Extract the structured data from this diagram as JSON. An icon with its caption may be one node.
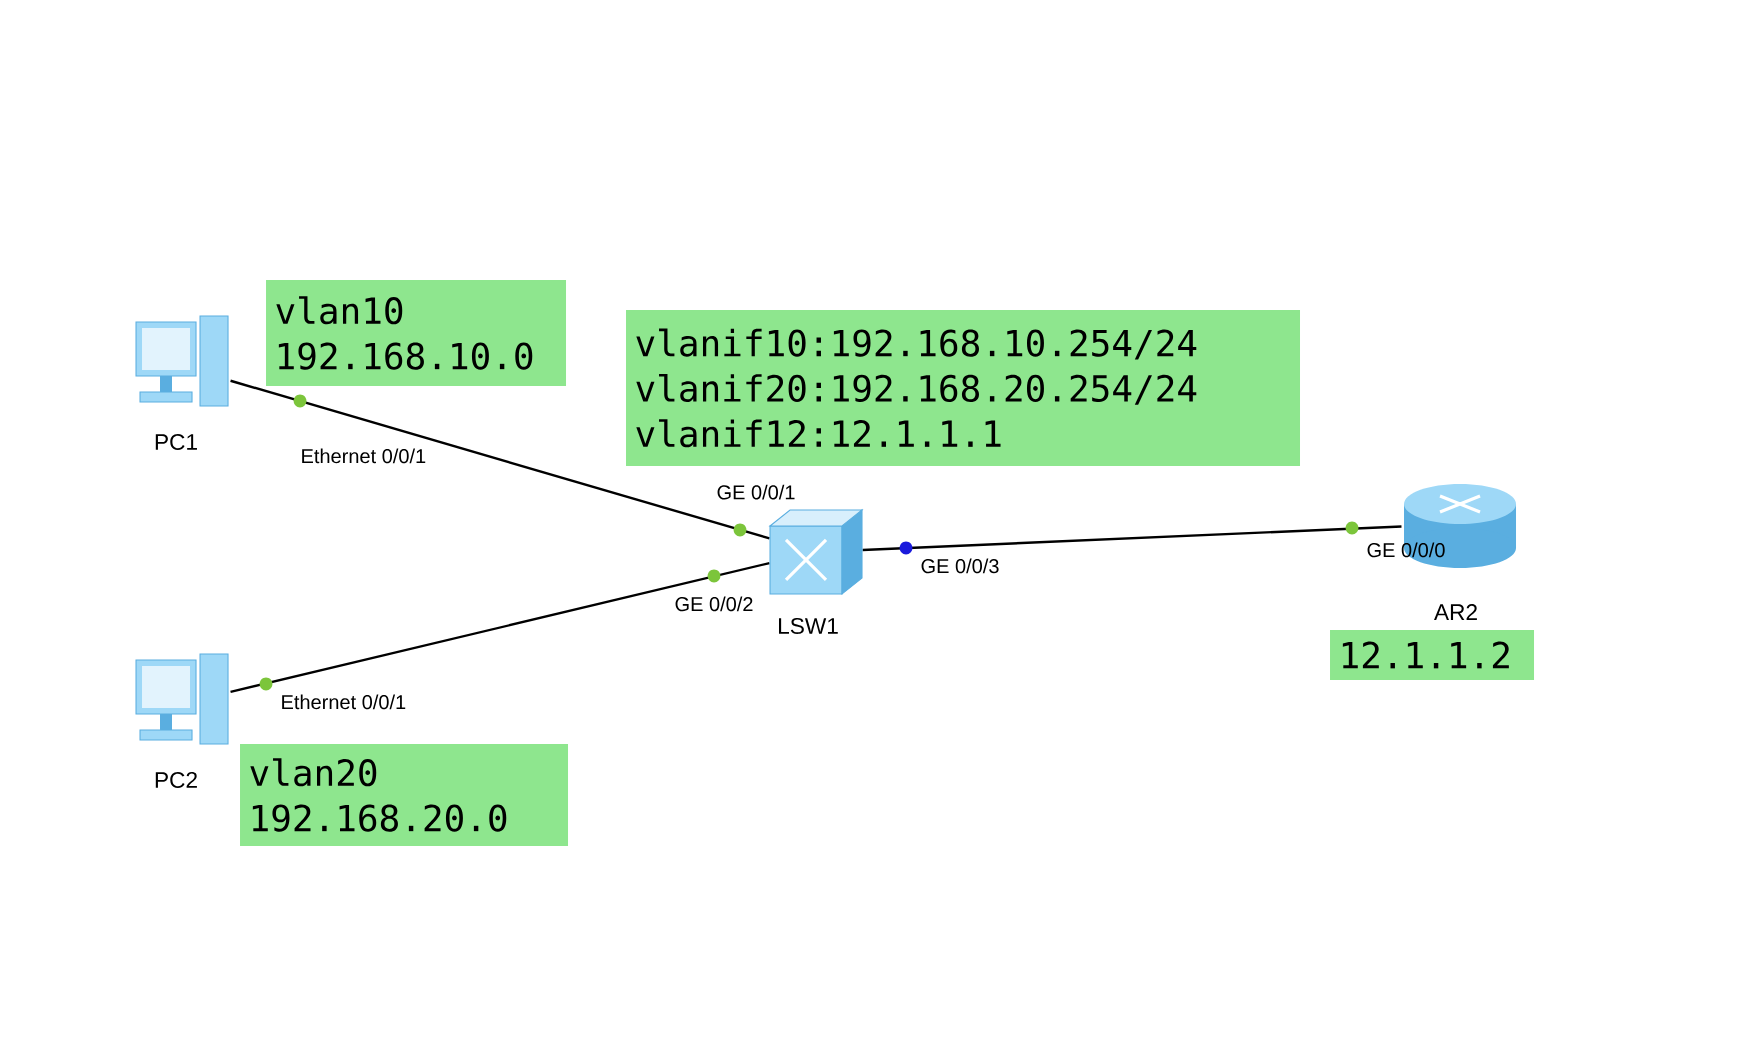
{
  "diagram": {
    "nodes": [
      {
        "text": [
          "PC1"
        ]
      },
      {
        "text": [
          "vlan10",
          "192.168.10.0"
        ]
      },
      {
        "text": [
          "LSW1"
        ]
      },
      {
        "text": [
          "vlanif10:192.168.10.254/24",
          "vlanif20:192.168.20.254/24",
          "vlanif12:12.1.1.1"
        ]
      },
      {
        "text": [
          "AR2"
        ]
      },
      {
        "text": [
          "12.1.1.2"
        ]
      },
      {
        "text": [
          "PC2"
        ]
      },
      {
        "text": [
          "vlan20",
          "192.168.20.0"
        ]
      }
    ],
    "edges": [
      {
        "from": 0,
        "to": 2,
        "arrow": "none"
      },
      {
        "from": 6,
        "to": 2,
        "arrow": "none"
      },
      {
        "from": 2,
        "to": 4,
        "arrow": "none"
      }
    ],
    "labels": [
      "Ethernet 0/0/1",
      "GE 0/0/1",
      "GE 0/0/2",
      "GE 0/0/3",
      "GE 0/0/0",
      "Ethernet 0/0/1"
    ]
  }
}
